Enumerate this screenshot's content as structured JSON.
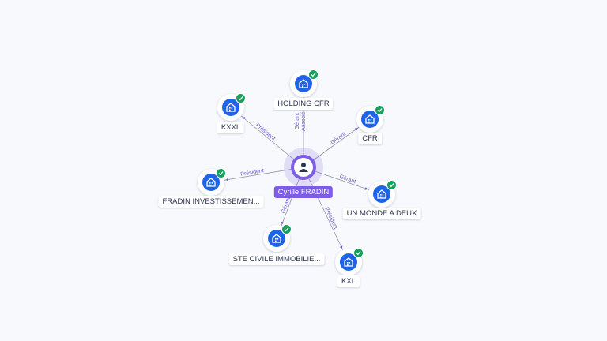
{
  "center": {
    "label": "Cyrille FRADIN",
    "icon": "person-icon"
  },
  "nodes": [
    {
      "label": "HOLDING CFR",
      "edge": "Gérant\nAssocié",
      "icon": "company-icon",
      "verified": true
    },
    {
      "label": "KXXL",
      "edge": "Président",
      "icon": "company-icon",
      "verified": true
    },
    {
      "label": "CFR",
      "edge": "Gérant",
      "icon": "company-icon",
      "verified": true
    },
    {
      "label": "FRADIN INVESTISSEMEN...",
      "edge": "Président",
      "icon": "company-icon",
      "verified": true
    },
    {
      "label": "UN MONDE A DEUX",
      "edge": "Gérant",
      "icon": "company-icon",
      "verified": true
    },
    {
      "label": "STE CIVILE IMMOBILIE...",
      "edge": "Gérant",
      "icon": "company-icon",
      "verified": true
    },
    {
      "label": "KXL",
      "edge": "Président",
      "icon": "company-icon",
      "verified": true
    }
  ],
  "colors": {
    "center": "#7d5ce6",
    "company": "#1f64e8",
    "verified": "#17a05d",
    "edge": "#6a5ac8"
  }
}
